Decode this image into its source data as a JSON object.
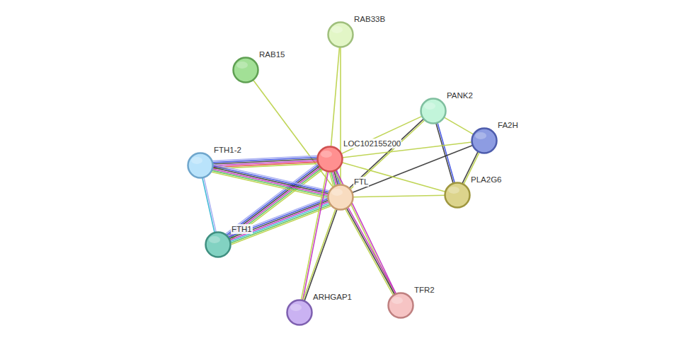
{
  "diagram": {
    "nodes": [
      {
        "text": [
          "RAB33B"
        ]
      },
      {
        "text": [
          "RAB15"
        ]
      },
      {
        "text": [
          "PANK2"
        ]
      },
      {
        "text": [
          "FA2H"
        ]
      },
      {
        "text": [
          "LOC102155200"
        ]
      },
      {
        "text": [
          "FTH1-2"
        ]
      },
      {
        "text": [
          "FTL"
        ]
      },
      {
        "text": [
          "PLA2G6"
        ]
      },
      {
        "text": [
          "FTH1"
        ]
      },
      {
        "text": [
          "ARHGAP1"
        ]
      },
      {
        "text": [
          "TFR2"
        ]
      }
    ],
    "edges": [
      {
        "from": 4,
        "to": 0,
        "arrow": "none"
      },
      {
        "from": 6,
        "to": 0,
        "arrow": "none"
      },
      {
        "from": 6,
        "to": 1,
        "arrow": "none"
      },
      {
        "from": 4,
        "to": 2,
        "arrow": "none"
      },
      {
        "from": 6,
        "to": 2,
        "arrow": "none"
      },
      {
        "from": 2,
        "to": 7,
        "arrow": "none"
      },
      {
        "from": 2,
        "to": 3,
        "arrow": "none"
      },
      {
        "from": 4,
        "to": 3,
        "arrow": "none"
      },
      {
        "from": 6,
        "to": 3,
        "arrow": "none"
      },
      {
        "from": 3,
        "to": 7,
        "arrow": "none"
      },
      {
        "from": 4,
        "to": 7,
        "arrow": "none"
      },
      {
        "from": 6,
        "to": 7,
        "arrow": "none"
      },
      {
        "from": 5,
        "to": 4,
        "arrow": "none"
      },
      {
        "from": 8,
        "to": 4,
        "arrow": "none"
      },
      {
        "from": 4,
        "to": 6,
        "arrow": "none"
      },
      {
        "from": 5,
        "to": 8,
        "arrow": "none"
      },
      {
        "from": 5,
        "to": 6,
        "arrow": "none"
      },
      {
        "from": 8,
        "to": 6,
        "arrow": "none"
      },
      {
        "from": 4,
        "to": 9,
        "arrow": "none"
      },
      {
        "from": 6,
        "to": 9,
        "arrow": "none"
      },
      {
        "from": 4,
        "to": 10,
        "arrow": "none"
      },
      {
        "from": 6,
        "to": 10,
        "arrow": "none"
      }
    ]
  }
}
